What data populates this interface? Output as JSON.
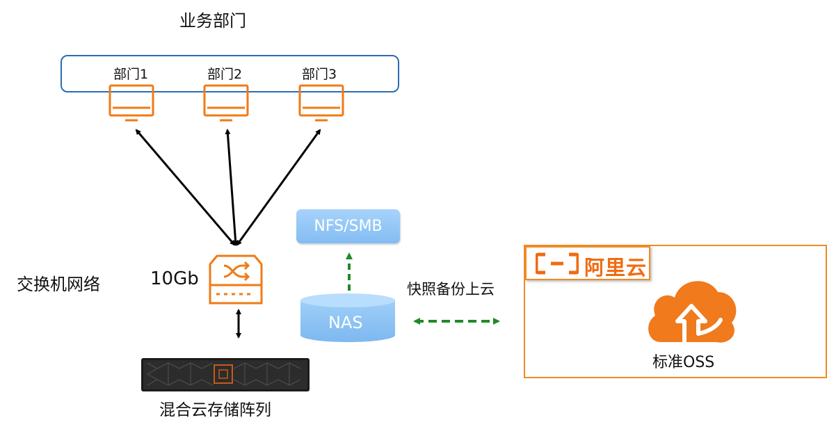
{
  "title": "业务部门",
  "departments": [
    {
      "label": "部门1"
    },
    {
      "label": "部门2"
    },
    {
      "label": "部门3"
    }
  ],
  "network": {
    "label": "交换机网络",
    "speed": "10Gb"
  },
  "storage": {
    "label": "混合云存储阵列"
  },
  "nas": {
    "label": "NAS",
    "protocol": "NFS/SMB"
  },
  "sync": {
    "label": "快照备份上云"
  },
  "cloud": {
    "brand": "阿里云",
    "service": "标准OSS"
  },
  "colors": {
    "accent": "#f08a24",
    "dept_border": "#2a6bb5",
    "green_arrow": "#1f8a2a",
    "nas_blue": "#8cc4f4"
  },
  "icons": [
    "monitor-icon",
    "network-switch-icon",
    "storage-array-icon",
    "nas-database-icon",
    "cloud-upload-icon",
    "aliyun-logo-icon"
  ]
}
